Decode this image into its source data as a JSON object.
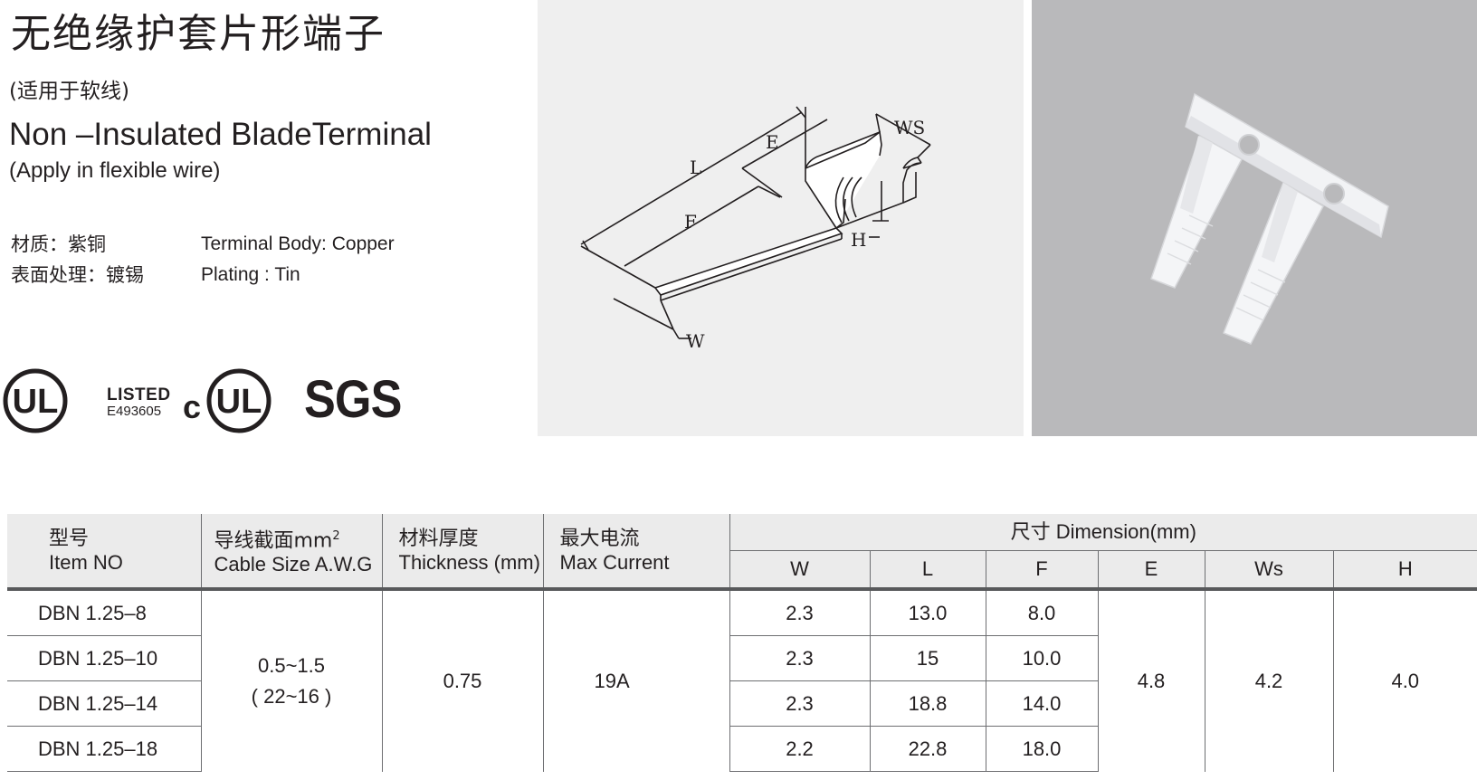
{
  "header": {
    "title_cn": "无绝缘护套片形端子",
    "subtitle_cn": "(适用于软线)",
    "title_en": "Non –Insulated BladeTerminal",
    "subtitle_en": "(Apply in flexible wire)"
  },
  "specs": [
    {
      "label_cn": "材质：紫铜",
      "value_en": "Terminal Body: Copper"
    },
    {
      "label_cn": "表面处理：镀锡",
      "value_en": "Plating : Tin"
    }
  ],
  "certifications": {
    "ul_letters": "UL",
    "listed_word": "LISTED",
    "listed_number": "E493605",
    "cul_prefix": "c",
    "cul_letters": "UL",
    "sgs": "SGS"
  },
  "drawing_labels": {
    "L": "L",
    "E": "E",
    "F": "F",
    "WS": "WS",
    "H": "H",
    "W": "W"
  },
  "table": {
    "headers": {
      "item_cn": "型号",
      "item_en": "Item NO",
      "cable_cn": "导线截面mm",
      "cable_sup": "2",
      "cable_en": "Cable Size  A.W.G",
      "thick_cn": "材料厚度",
      "thick_en": "Thickness (mm)",
      "current_cn": "最大电流",
      "current_en": "Max Current",
      "dimension": "尺寸 Dimension(mm)",
      "dims": [
        "W",
        "L",
        "F",
        "E",
        "Ws",
        "H"
      ]
    },
    "rows": [
      {
        "item": "DBN 1.25–8",
        "W": "2.3",
        "L": "13.0",
        "F": "8.0"
      },
      {
        "item": "DBN 1.25–10",
        "W": "2.3",
        "L": "15",
        "F": "10.0"
      },
      {
        "item": "DBN 1.25–14",
        "W": "2.3",
        "L": "18.8",
        "F": "14.0"
      },
      {
        "item": "DBN 1.25–18",
        "W": "2.2",
        "L": "22.8",
        "F": "18.0"
      }
    ],
    "shared": {
      "cable_size": "0.5~1.5",
      "awg": "( 22~16 )",
      "thickness": "0.75",
      "max_current": "19A",
      "E": "4.8",
      "Ws": "4.2",
      "H": "4.0"
    }
  }
}
